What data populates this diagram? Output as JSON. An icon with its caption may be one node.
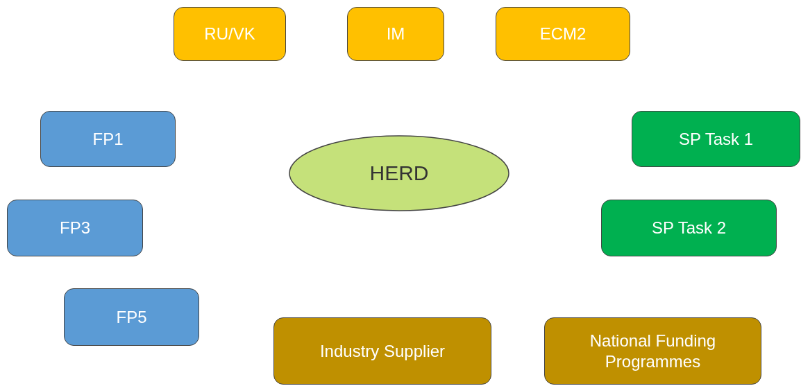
{
  "diagram": {
    "nodes": [
      {
        "text": [
          "RU/VK"
        ]
      },
      {
        "text": [
          "IM"
        ]
      },
      {
        "text": [
          "ECM2"
        ]
      },
      {
        "text": [
          "FP1"
        ]
      },
      {
        "text": [
          "SP Task 1"
        ]
      },
      {
        "text": [
          "HERD"
        ]
      },
      {
        "text": [
          "FP3"
        ]
      },
      {
        "text": [
          "SP Task 2"
        ]
      },
      {
        "text": [
          "FP5"
        ]
      },
      {
        "text": [
          "Industry Supplier"
        ]
      },
      {
        "text": [
          "National Funding Programmes"
        ]
      }
    ]
  }
}
